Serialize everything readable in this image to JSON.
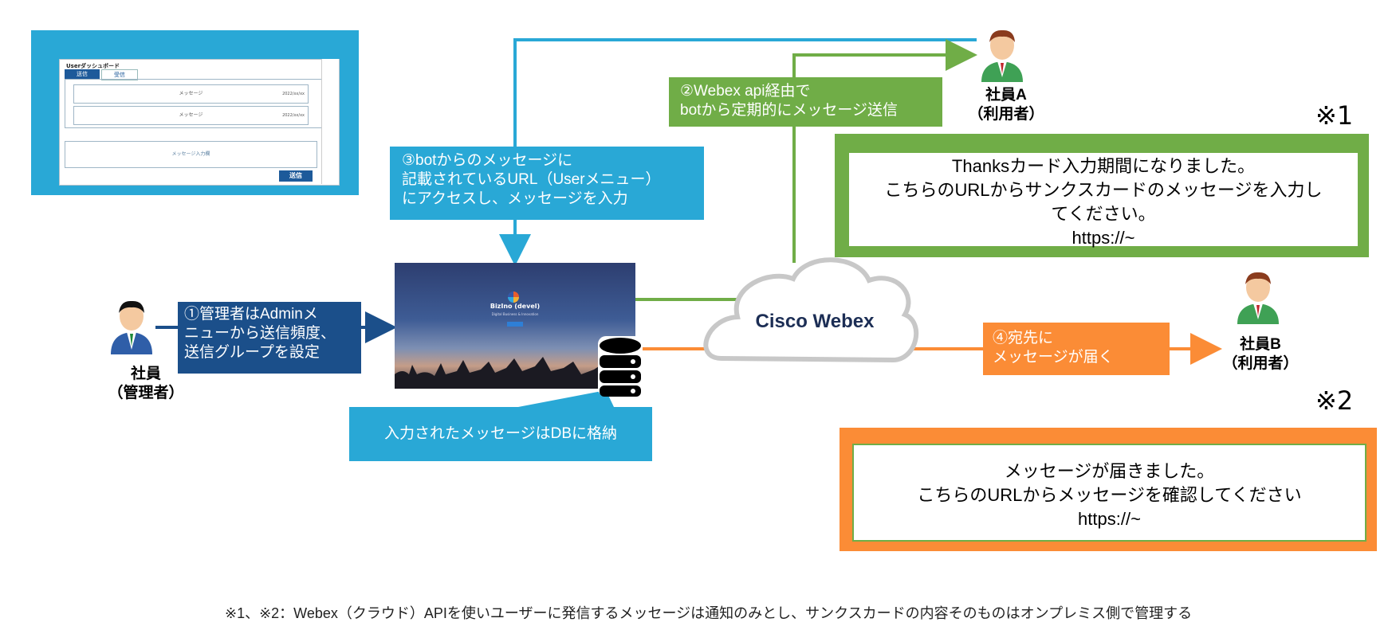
{
  "dashboard": {
    "title": "Userダッシュボード",
    "tabs": [
      "送信",
      "受信"
    ],
    "messages": [
      {
        "label": "メッセージ",
        "date": "2022/xx/xx"
      },
      {
        "label": "メッセージ",
        "date": "2022/xx/xx"
      }
    ],
    "input_placeholder": "メッセージ入力欄",
    "send_label": "送信"
  },
  "app": {
    "name": "BizIno (devel)",
    "subtitle": "Digital Business & Innovation"
  },
  "cloud": {
    "label": "Cisco Webex"
  },
  "steps": {
    "step1": [
      "①管理者はAdminメ",
      "ニューから送信頻度、",
      "送信グループを設定"
    ],
    "step2": [
      "②Webex api経由で",
      "botから定期的にメッセージ送信"
    ],
    "step3": [
      "③botからのメッセージに",
      "記載されているURL（Userメニュー）",
      "にアクセスし、メッセージを入力"
    ],
    "step4": [
      "④宛先に",
      "メッセージが届く"
    ],
    "db_note": "入力されたメッセージはDBに格納"
  },
  "people": {
    "admin": [
      "社員",
      "（管理者）"
    ],
    "user_a": [
      "社員A",
      "（利用者）"
    ],
    "user_b": [
      "社員B",
      "（利用者）"
    ]
  },
  "notes": {
    "note1_mark": "※1",
    "note1": [
      "Thanksカード入力期間になりました。",
      "こちらのURLからサンクスカードのメッセージを入力し",
      "てください。",
      "https://~"
    ],
    "note2_mark": "※2",
    "note2": [
      "メッセージが届きました。",
      "こちらのURLからメッセージを確認してください",
      "https://~"
    ]
  },
  "footnote": "※1、※2：Webex（クラウド）APIを使いユーザーに発信するメッセージは通知のみとし、サンクスカードの内容そのものはオンプレミス側で管理する",
  "colors": {
    "navy": "#1b4f8a",
    "green": "#70ad47",
    "cyan": "#29a8d6",
    "orange": "#fb8c36"
  }
}
